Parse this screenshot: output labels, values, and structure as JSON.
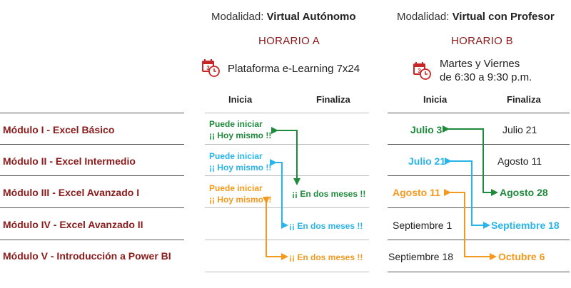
{
  "modality_a": {
    "prefix": "Modalidad:",
    "value": "Virtual Autónomo"
  },
  "modality_b": {
    "prefix": "Modalidad:",
    "value": "Virtual con Profesor"
  },
  "horario_a": "HORARIO A",
  "horario_b": "HORARIO B",
  "platform_a": "Plataforma e-Learning 7x24",
  "schedule_b": {
    "line1": "Martes y Viernes",
    "line2": "de 6:30 a 9:30 p.m."
  },
  "headers": {
    "inicia": "Inicia",
    "finaliza": "Finaliza"
  },
  "modules": [
    "Módulo I - Excel Básico",
    "Módulo II - Excel Intermedio",
    "Módulo III - Excel Avanzado I",
    "Módulo IV - Excel Avanzado II",
    "Módulo V - Introducción a Power BI"
  ],
  "a": {
    "start": {
      "line1": "Puede iniciar",
      "line2": "¡¡ Hoy mismo !!"
    },
    "end": "¡¡ En dos meses !!"
  },
  "b": {
    "starts": [
      "Julio 3",
      "Julio 21",
      "Agosto 11",
      "Septiembre 1",
      "Septiembre 18"
    ],
    "ends": [
      "Julio 21",
      "Agosto 11",
      "Agosto 28",
      "Septiembre 18",
      "Octubre 6"
    ]
  },
  "colors": {
    "green": "#1e8a3c",
    "blue": "#29b5e8",
    "orange": "#f39a1e",
    "maroon": "#8b1a1a"
  },
  "icons": [
    "calendar-clock-icon"
  ]
}
